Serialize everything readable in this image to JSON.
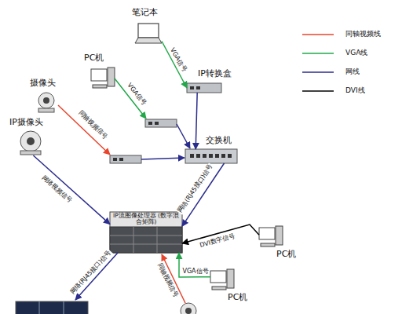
{
  "diagram": {
    "nodes": [
      {
        "text": [
          "笔记本"
        ]
      },
      {
        "text": [
          "IP转换盒"
        ]
      },
      {
        "text": [
          "PC机"
        ]
      },
      {
        "text": [
          "摄像头"
        ]
      },
      {
        "text": [
          "交换机"
        ]
      },
      {
        "text": [
          "IP摄像头"
        ]
      },
      {
        "text": [
          "IP流图像处理器 (数字混合矩阵)"
        ]
      },
      {
        "text": [
          "PC机"
        ]
      },
      {
        "text": [
          "PC机"
        ]
      }
    ],
    "edges": [
      {
        "from": 0,
        "to": 1,
        "arrow": "to",
        "label": "VGA信号"
      },
      {
        "from": 1,
        "to": 4,
        "arrow": "to"
      },
      {
        "from": 5,
        "to": 6,
        "arrow": "to",
        "label": "网络视频信号"
      },
      {
        "from": 4,
        "to": 6,
        "arrow": "to",
        "label": "网络(RJ45接口)信号"
      },
      {
        "from": 7,
        "to": 6,
        "arrow": "to",
        "label": "DVI数字信号"
      },
      {
        "from": 8,
        "to": 6,
        "arrow": "to",
        "label": "VGA信号"
      }
    ],
    "labels": [
      "VGA信号",
      "同轴视频信号",
      "同轴视频信号",
      "网络(RJ45接口)信号"
    ],
    "legend": [
      {
        "text": "同轴视频线"
      },
      {
        "text": "VGA线"
      },
      {
        "text": "网线"
      },
      {
        "text": "DVI线"
      }
    ]
  }
}
